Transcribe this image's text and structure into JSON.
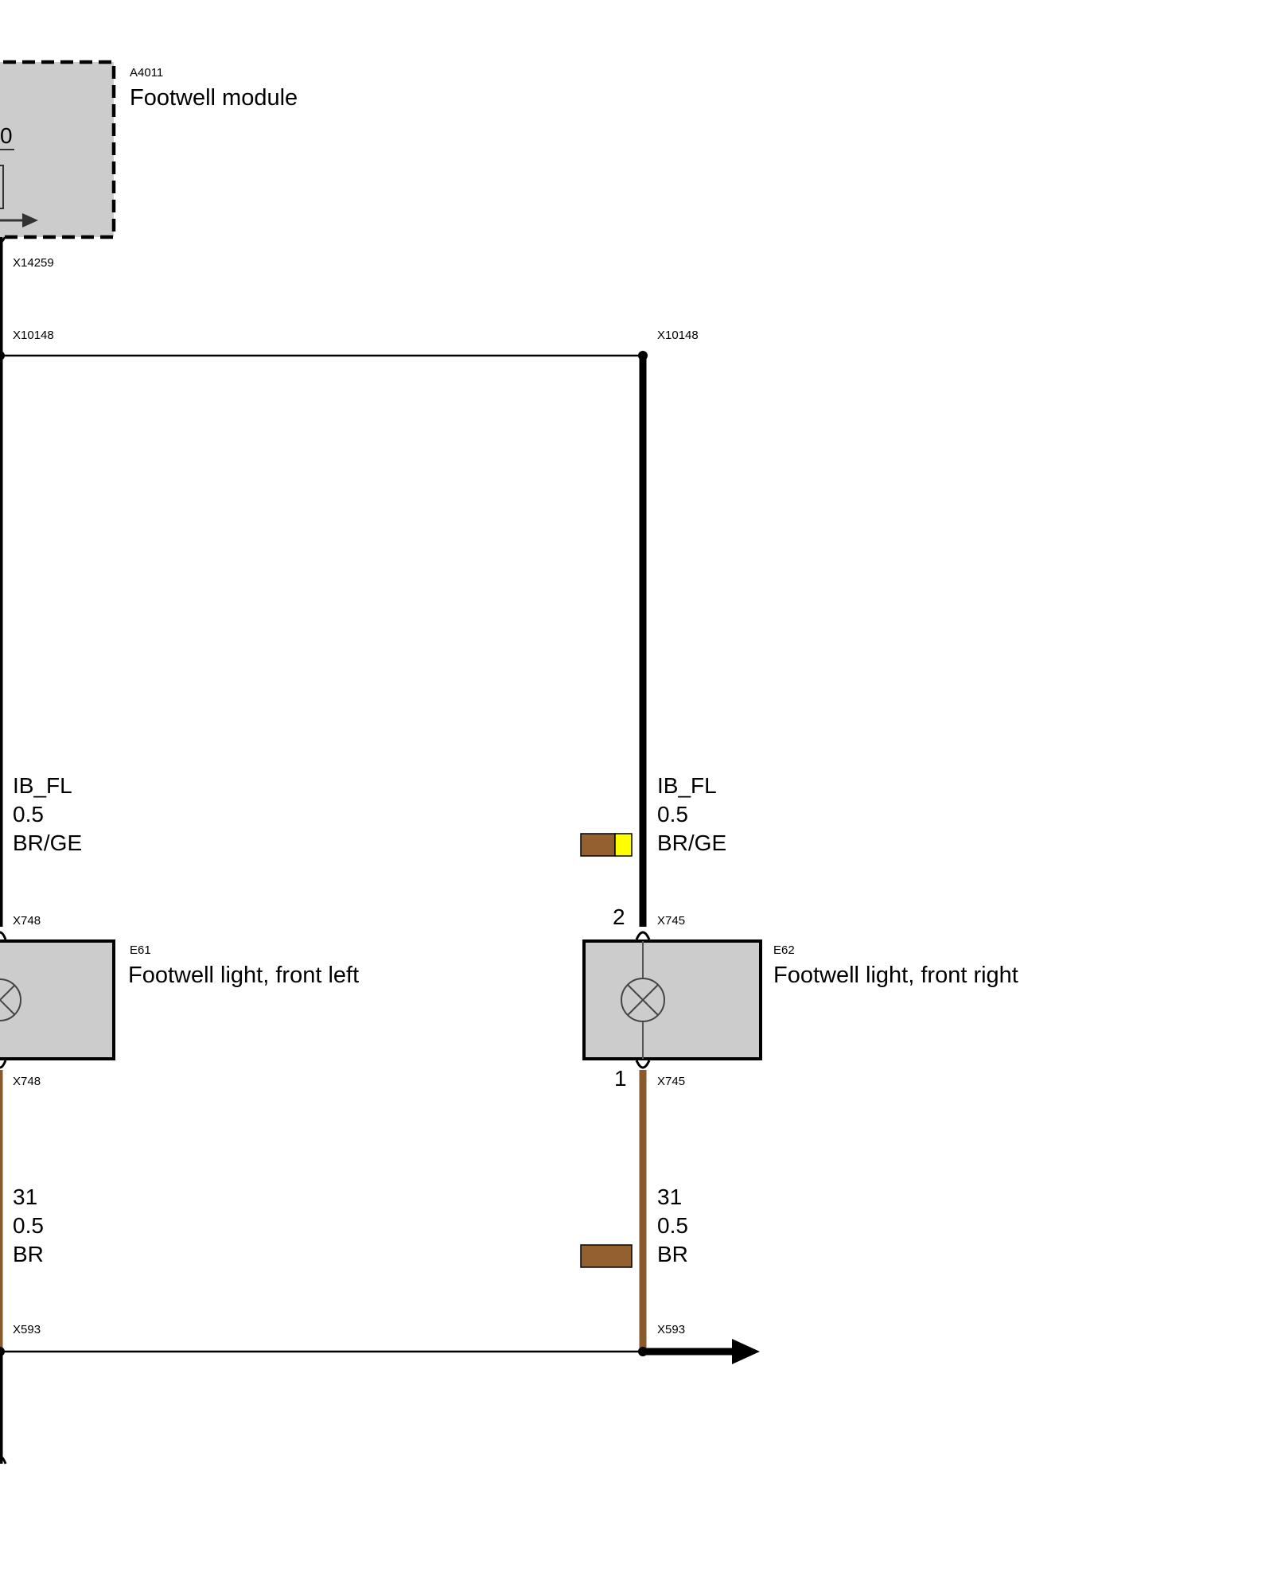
{
  "colors": {
    "wire_black": "#000000",
    "wire_brown": "#8b5a2b",
    "component_fill": "#cccccc",
    "swatch_brown": "#94602f",
    "swatch_yellow": "#ffff00",
    "outline": "#000000",
    "background": "#ffffff"
  },
  "module": {
    "id": "A4011",
    "name": "Footwell module",
    "partial_pin_text": "0",
    "output_connector": "X14259",
    "icon": "sense-pin-arrow-icon"
  },
  "splice_top": {
    "left_label": "X10148",
    "right_label": "X10148"
  },
  "wire_ib": {
    "left": {
      "signal": "IB_FL",
      "gauge": "0.5",
      "color_code": "BR/GE"
    },
    "right": {
      "signal": "IB_FL",
      "gauge": "0.5",
      "color_code": "BR/GE"
    },
    "swatch_colors": [
      "brown",
      "yellow"
    ]
  },
  "light_left": {
    "id": "E61",
    "name": "Footwell light, front left",
    "connector_top": "X748",
    "connector_bottom": "X748",
    "icon": "lamp-icon"
  },
  "light_right": {
    "id": "E62",
    "name": "Footwell light, front right",
    "connector_top": "X745",
    "connector_bottom": "X745",
    "pin_top": "2",
    "pin_bottom": "1",
    "icon": "lamp-icon"
  },
  "wire_ground": {
    "left": {
      "signal": "31",
      "gauge": "0.5",
      "color_code": "BR"
    },
    "right": {
      "signal": "31",
      "gauge": "0.5",
      "color_code": "BR"
    },
    "swatch_colors": [
      "brown"
    ]
  },
  "splice_bottom": {
    "left_label": "X593",
    "right_label": "X593",
    "icon": "continuation-arrow-icon"
  }
}
